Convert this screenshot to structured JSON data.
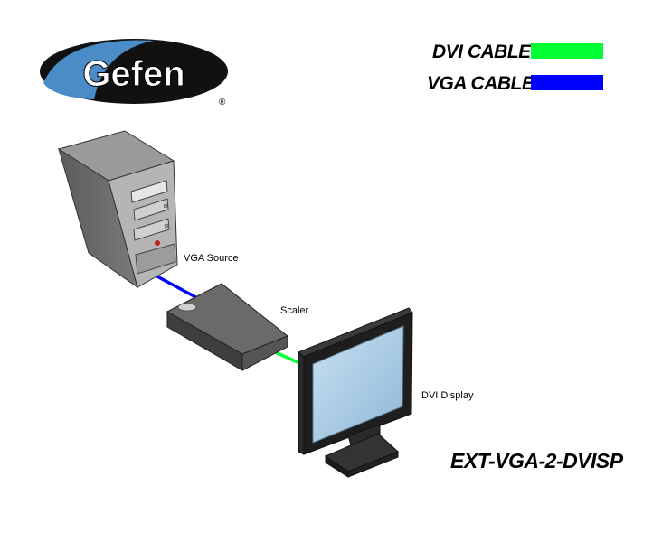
{
  "logo": {
    "brand": "Gefen",
    "registered": "®"
  },
  "legend": [
    {
      "label": "DVI CABLE",
      "color": "#00ff33"
    },
    {
      "label": "VGA CABLE",
      "color": "#0000ff"
    }
  ],
  "devices": {
    "source": "VGA Source",
    "scaler": "Scaler",
    "display": "DVI Display"
  },
  "model": "EXT-VGA-2-DVISP",
  "colors": {
    "dvi": "#00ff33",
    "vga": "#0000ff",
    "logo_blue": "#4a8cc8",
    "logo_dark": "#1a1a1a"
  }
}
